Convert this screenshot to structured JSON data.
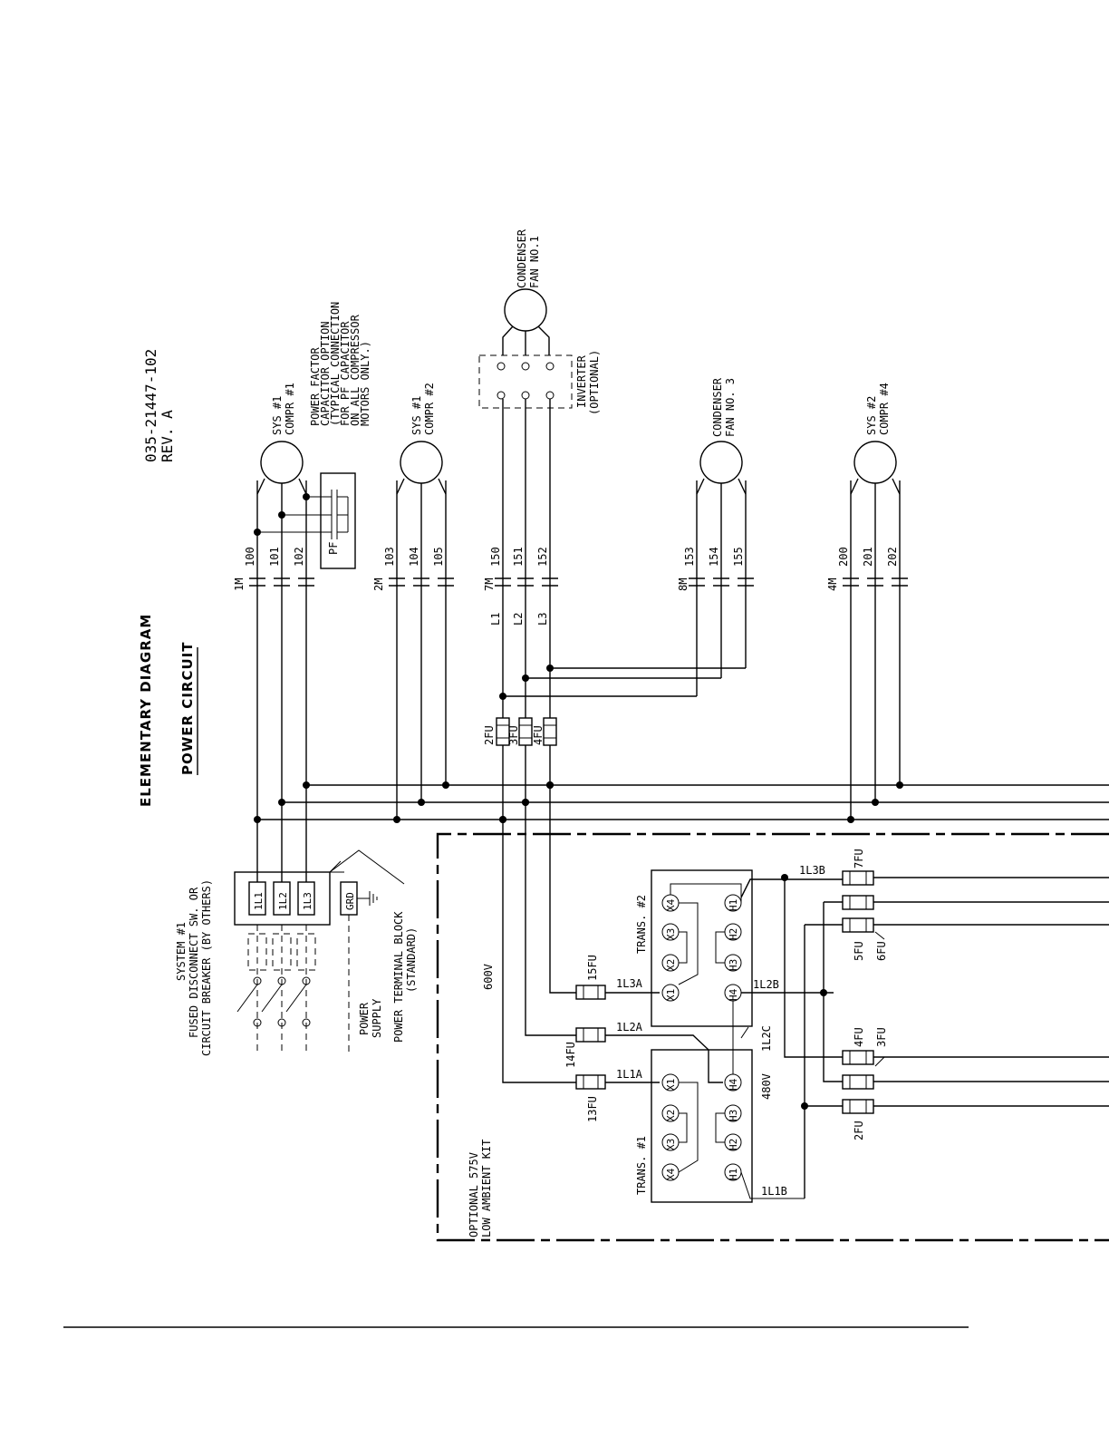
{
  "document": {
    "number": "035-21447-102",
    "revision": "REV. A"
  },
  "headings": {
    "title": "ELEMENTARY DIAGRAM",
    "subtitle": "POWER CIRCUIT"
  },
  "motors": {
    "sys1_compr1": [
      "SYS #1",
      "COMPR #1"
    ],
    "sys1_compr2": [
      "SYS #1",
      "COMPR #2"
    ],
    "condenser_fan1": [
      "CONDENSER",
      "FAN NO.1"
    ],
    "condenser_fan3": [
      "CONDENSER",
      "FAN NO. 3"
    ],
    "sys2_compr4": [
      "SYS #2",
      "COMPR #4"
    ]
  },
  "notes": {
    "power_factor": [
      "POWER FACTOR",
      "CAPACITOR OPTION",
      "(TYPICAL CONNECTION",
      "FOR PF CAPACITOR",
      "ON ALL COMPRESSOR",
      "MOTORS ONLY.)"
    ],
    "inverter": [
      "INVERTER",
      "(OPTIONAL)"
    ],
    "pf": "PF",
    "fused_disconnect": [
      "SYSTEM #1",
      "FUSED DISCONNECT SW. OR",
      "CIRCUIT BREAKER (BY OTHERS)"
    ],
    "power_supply": [
      "POWER",
      "SUPPLY"
    ],
    "terminal_block": [
      "POWER TERMINAL BLOCK",
      "(STANDARD)"
    ],
    "low_ambient": [
      "OPTIONAL 575V",
      "LOW AMBIENT KIT"
    ],
    "v600": "600V",
    "v480": "480V"
  },
  "contactors": {
    "c1m": "1M",
    "c2m": "2M",
    "c7m": "7M",
    "c8m": "8M",
    "c4m": "4M"
  },
  "wires": {
    "w100": "100",
    "w101": "101",
    "w102": "102",
    "w103": "103",
    "w104": "104",
    "w105": "105",
    "w150": "150",
    "w151": "151",
    "w152": "152",
    "w153": "153",
    "w154": "154",
    "w155": "155",
    "w200": "200",
    "w201": "201",
    "w202": "202",
    "L1": "L1",
    "L2": "L2",
    "L3": "L3",
    "n1L3B": "1L3B",
    "n1L3A": "1L3A",
    "n1L2B": "1L2B",
    "n1L2A": "1L2A",
    "n1L2C": "1L2C",
    "n1L1A": "1L1A",
    "n1L1B": "1L1B"
  },
  "fuses": {
    "f2": "2FU",
    "f3": "3FU",
    "f4": "4FU",
    "f7": "7FU",
    "f5": "5FU",
    "f6": "6FU",
    "f15": "15FU",
    "f14": "14FU",
    "f13": "13FU",
    "r4": "4FU",
    "r3": "3FU",
    "r2": "2FU"
  },
  "terminals": {
    "t1": "1L1",
    "t2": "1L2",
    "t3": "1L3",
    "grd": "GRD"
  },
  "transformers": {
    "trans2": "TRANS. #2",
    "trans1": "TRANS. #1",
    "x1": "X1",
    "x2": "X2",
    "x3": "X3",
    "x4": "X4",
    "h1": "H1",
    "h2": "H2",
    "h3": "H3",
    "h4": "H4"
  }
}
